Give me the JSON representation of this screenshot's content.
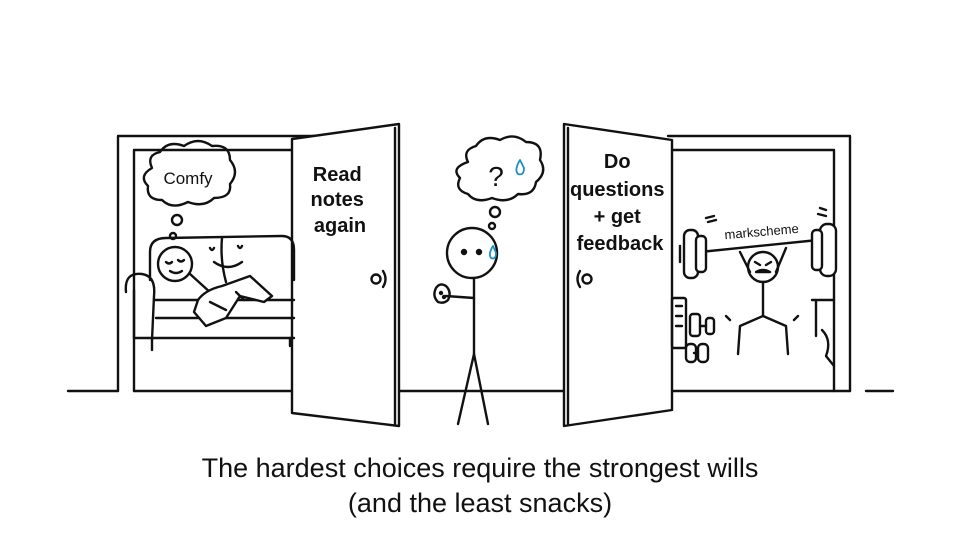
{
  "left_door": {
    "lines": [
      "Read",
      "notes",
      "again"
    ]
  },
  "left_room": {
    "thought": "Comfy"
  },
  "center": {
    "thought": "?"
  },
  "right_door": {
    "lines": [
      "Do",
      "questions",
      "+ get",
      "feedback"
    ]
  },
  "right_room": {
    "barbell_label": "markscheme"
  },
  "caption": {
    "line1": "The hardest choices require the strongest wills",
    "line2": "(and the least snacks)"
  }
}
